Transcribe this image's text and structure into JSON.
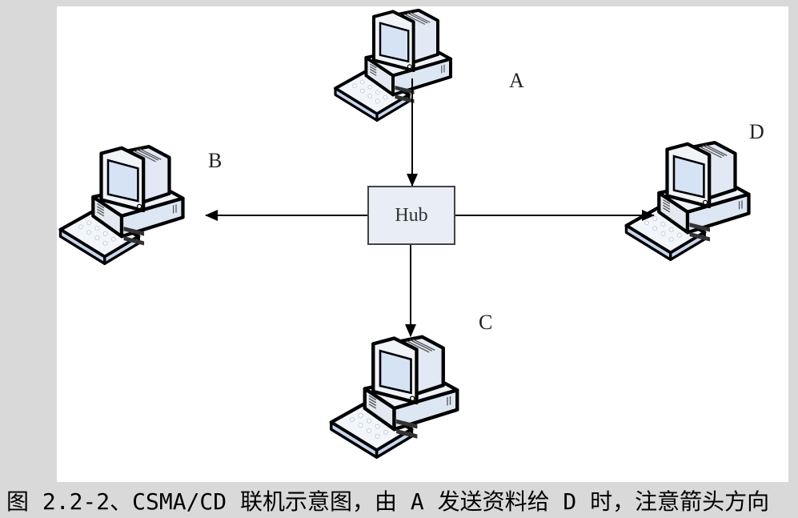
{
  "diagram": {
    "hub_label": "Hub",
    "nodes": [
      {
        "id": "A",
        "label": "A",
        "role": "sender"
      },
      {
        "id": "B",
        "label": "B",
        "role": "receiver"
      },
      {
        "id": "C",
        "label": "C",
        "role": "receiver"
      },
      {
        "id": "D",
        "label": "D",
        "role": "destination"
      }
    ],
    "edges": [
      {
        "from": "A",
        "to": "Hub"
      },
      {
        "from": "Hub",
        "to": "B"
      },
      {
        "from": "Hub",
        "to": "C"
      },
      {
        "from": "Hub",
        "to": "D"
      }
    ]
  },
  "caption": "图 2.2-2、CSMA/CD 联机示意图，由 A 发送资料给 D 时，注意箭头方向",
  "colors": {
    "background": "#d9d9d9",
    "panel": "#ffffff",
    "hub_fill": "#e8edf6",
    "screen": "#d6e3f5",
    "line": "#000000"
  }
}
